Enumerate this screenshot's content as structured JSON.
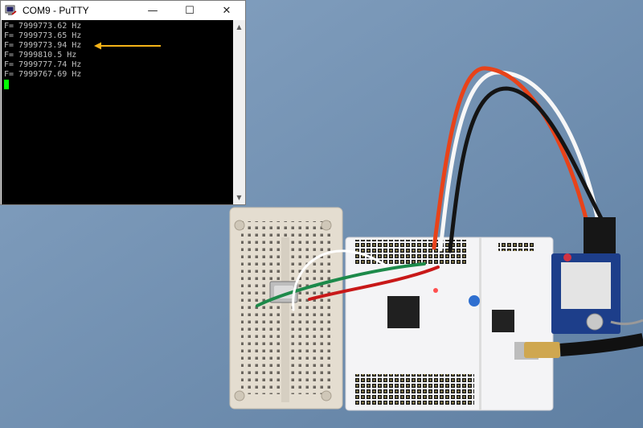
{
  "window": {
    "title": "COM9 - PuTTY",
    "minimize_glyph": "—",
    "maximize_glyph": "☐",
    "close_glyph": "✕",
    "app_icon": "putty-terminal-icon"
  },
  "terminal": {
    "lines": [
      "F= 7999773.62 Hz",
      "F= 7999773.65 Hz",
      "F= 7999773.94 Hz",
      "F= 7999810.5 Hz",
      "F= 7999777.74 Hz",
      "F= 7999767.69 Hz"
    ],
    "text_color": "#c0c0c0",
    "background": "#000000",
    "cursor_color": "#00ff00"
  },
  "scrollbar": {
    "up_glyph": "▲",
    "down_glyph": "▼"
  },
  "annotation": {
    "color": "#f5b318",
    "icon": "arrow-left-icon"
  },
  "photo": {
    "description_colors": {
      "background": "#6f8fb0",
      "board": "#f4f4f6",
      "breadboard": "#e4ddd0"
    }
  }
}
